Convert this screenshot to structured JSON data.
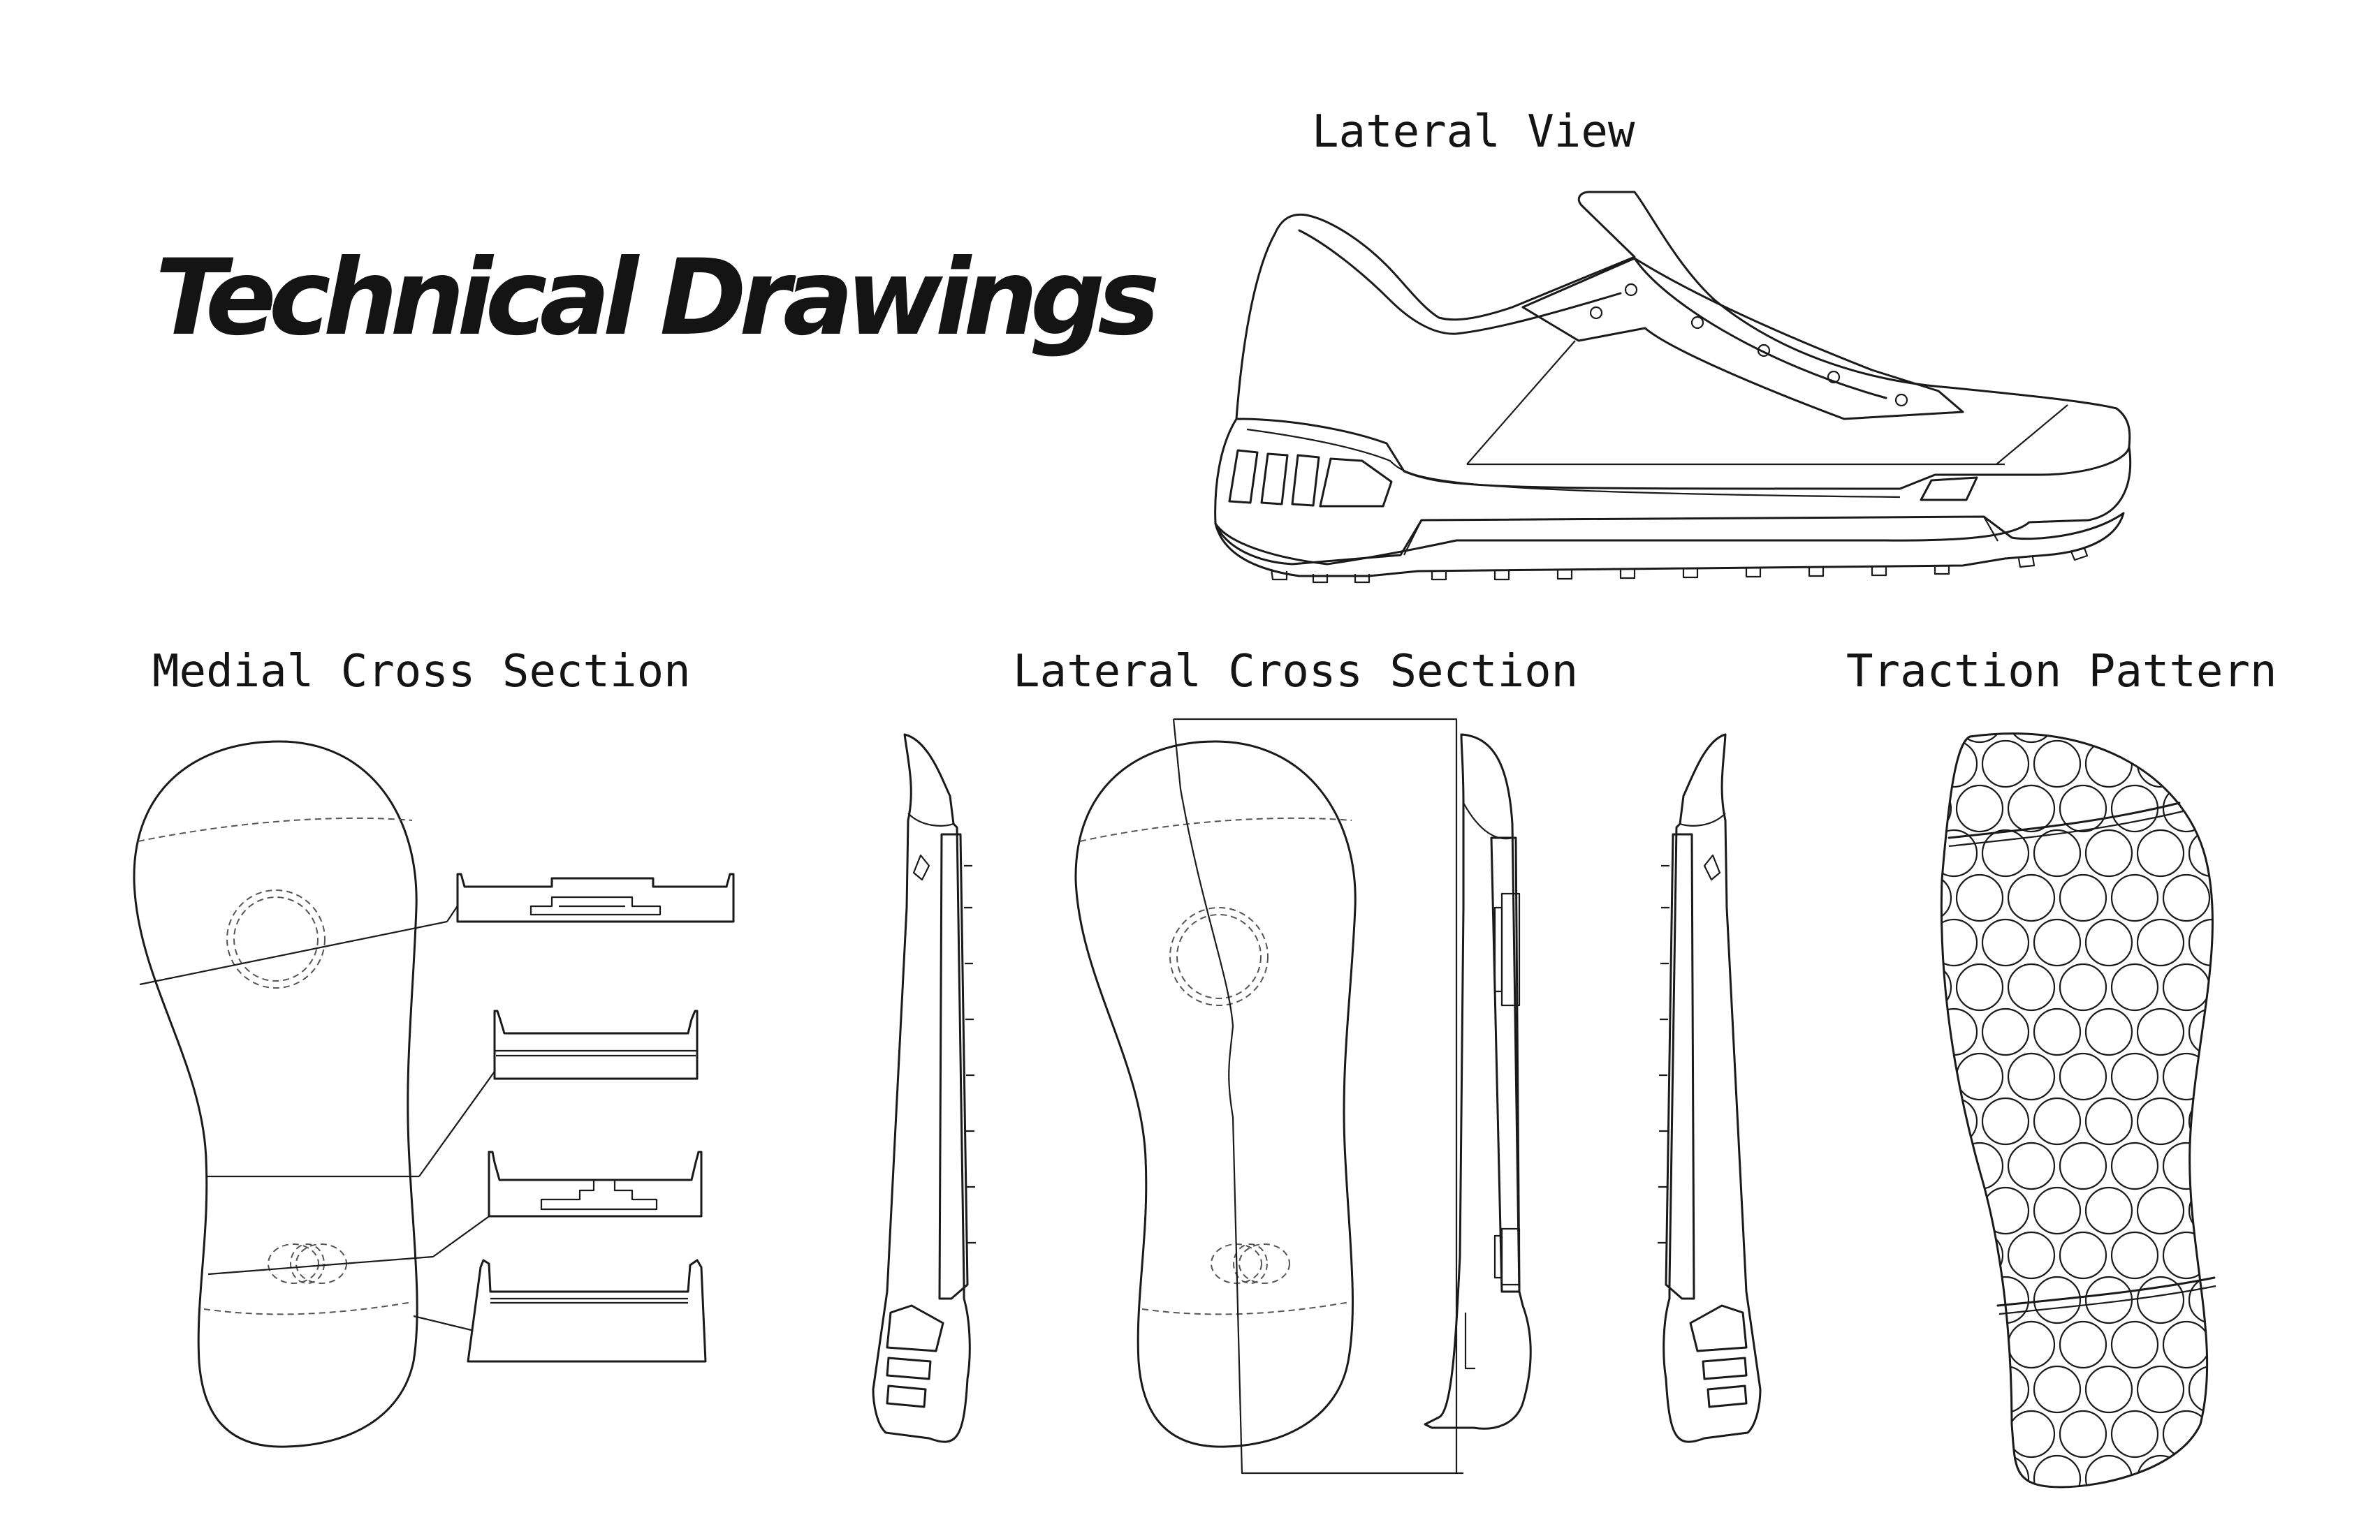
{
  "page": {
    "title": "Technical Drawings"
  },
  "views": {
    "lateral_view": "Lateral View",
    "medial_cross_section": "Medial Cross Section",
    "lateral_cross_section": "Lateral Cross Section",
    "traction_pattern": "Traction Pattern"
  },
  "colors": {
    "ink": "#1a1a1a",
    "background": "#ffffff",
    "hidden_line": "#555555"
  }
}
